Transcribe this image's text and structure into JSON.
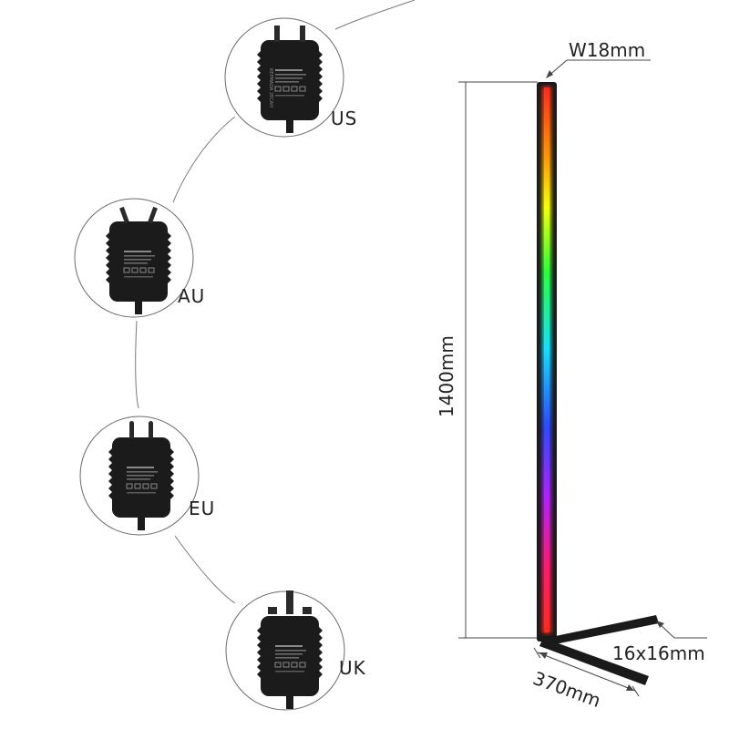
{
  "adapters": [
    {
      "region": "US",
      "plug": "us-plug-icon"
    },
    {
      "region": "AU",
      "plug": "au-plug-icon"
    },
    {
      "region": "EU",
      "plug": "eu-plug-icon"
    },
    {
      "region": "UK",
      "plug": "uk-plug-icon"
    }
  ],
  "adapter_print": "KEPMADA 2ECAH",
  "dimensions": {
    "width": "W18mm",
    "height": "1400mm",
    "profile": "16x16mm",
    "base": "370mm"
  },
  "colors": {
    "background": "#ffffff",
    "adapter_body": "#1c1c1c",
    "line": "#555555",
    "rgb_stops": [
      "#ff2a1a",
      "#ff9a00",
      "#f5ff00",
      "#28ff3a",
      "#12e0ff",
      "#2a4bff",
      "#b020ff",
      "#ff1a6e"
    ]
  }
}
